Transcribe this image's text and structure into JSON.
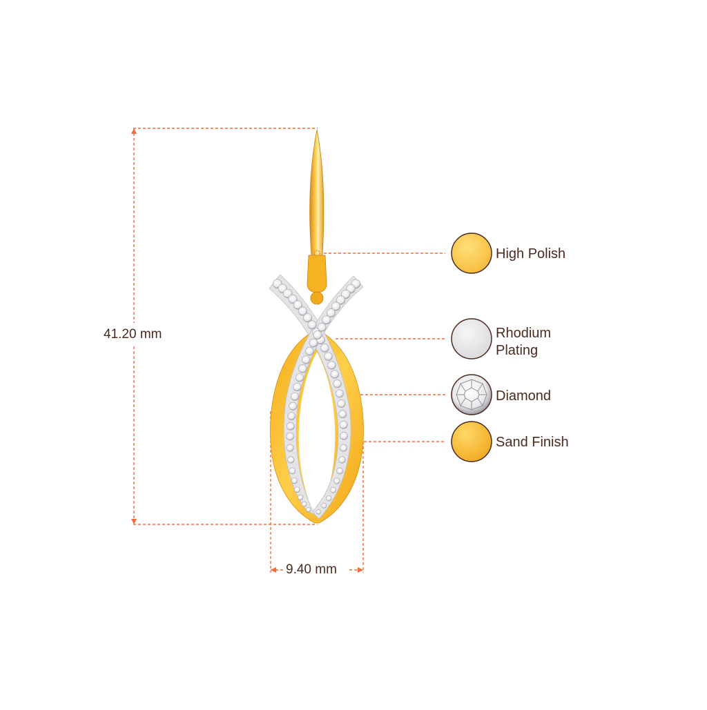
{
  "dimensions": {
    "height": "41.20 mm",
    "width": "9.40 mm"
  },
  "legend": [
    {
      "label": "High Polish",
      "swatch": "gold-polish",
      "color": "#fbc54f"
    },
    {
      "label": "Rhodium Plating",
      "swatch": "rhodium",
      "color": "#e6e6e8"
    },
    {
      "label": "Diamond",
      "swatch": "diamond",
      "color": "#dcdcdc"
    },
    {
      "label": "Sand Finish",
      "swatch": "gold-sand",
      "color": "#f7bd38"
    }
  ],
  "colors": {
    "dimension_line": "#f26a3a",
    "text": "#4a2a1e",
    "gold": "#f6b826",
    "gold_highlight": "#ffe08a",
    "swatch_border": "#4a2a1e"
  },
  "icons": [
    "earring-illustration",
    "gold-polish-swatch-icon",
    "rhodium-swatch-icon",
    "diamond-swatch-icon",
    "sand-finish-swatch-icon"
  ]
}
